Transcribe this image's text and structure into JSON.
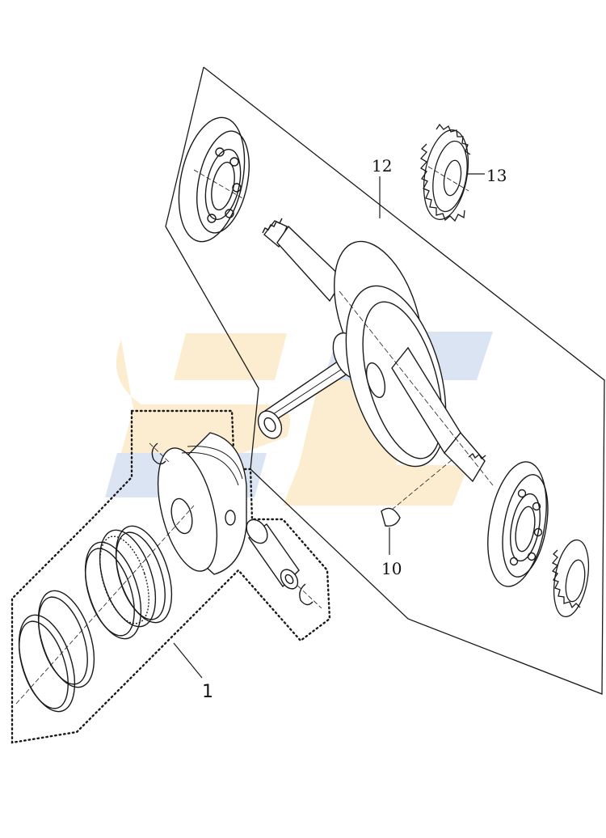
{
  "diagram": {
    "callouts": {
      "piston_assembly": "1",
      "key": "10",
      "crankshaft_assembly": "12",
      "gear": "13"
    },
    "watermark": "SC"
  },
  "colors": {
    "line": "#1a1a1a",
    "watermark_orange": "#f5c25a",
    "watermark_blue": "#7d9fd3",
    "background": "#ffffff"
  }
}
